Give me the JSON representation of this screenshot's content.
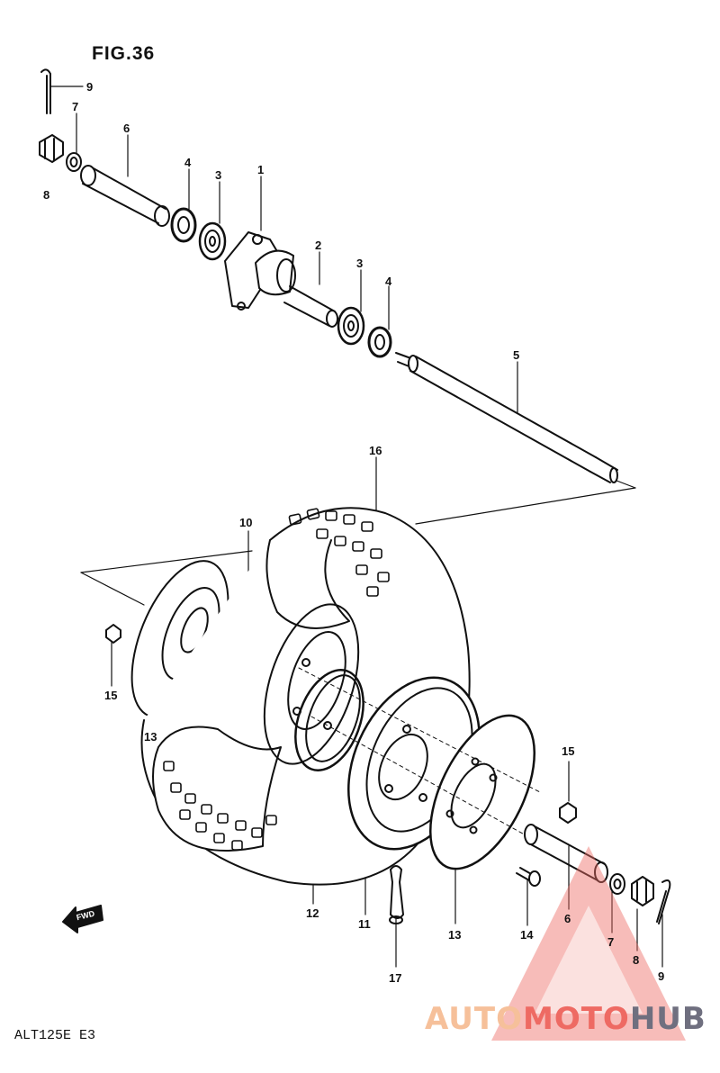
{
  "figure_title": "FIG.36",
  "model_code": "ALT125E  E3",
  "front_marker": "FWD",
  "watermark": {
    "part1": "AUTO",
    "part2": "MOTO",
    "part3": "HUB",
    "colors": {
      "part1": "#f6c09a",
      "part2": "#ee6a63",
      "part3": "#6f6f7f"
    }
  },
  "labels": {
    "p1": "1",
    "p2": "2",
    "p3a": "3",
    "p3b": "3",
    "p4a": "4",
    "p4b": "4",
    "p5": "5",
    "p6a": "6",
    "p6b": "6",
    "p7a": "7",
    "p7b": "7",
    "p8a": "8",
    "p8b": "8",
    "p9a": "9",
    "p9b": "9",
    "p10": "10",
    "p11": "11",
    "p12": "12",
    "p13a": "13",
    "p13b": "13",
    "p14": "14",
    "p15a": "15",
    "p15b": "15",
    "p16": "16",
    "p17": "17"
  }
}
